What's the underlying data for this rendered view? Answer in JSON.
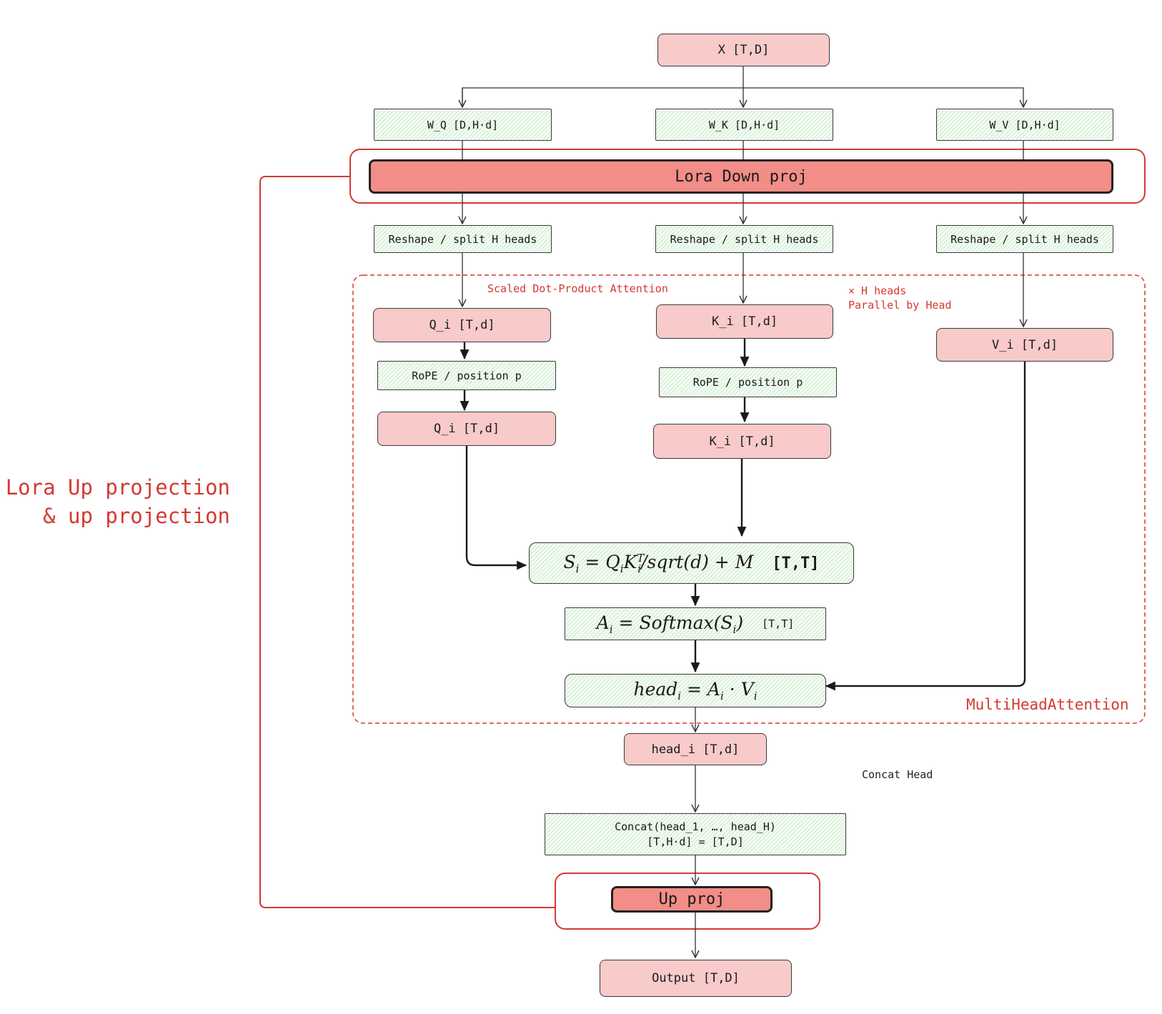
{
  "nodes": {
    "input": "X [T,D]",
    "w_q": "W_Q [D,H·d]",
    "w_k": "W_K [D,H·d]",
    "w_v": "W_V [D,H·d]",
    "lora_down": "Lora Down proj",
    "reshape_q": "Reshape / split H heads",
    "reshape_k": "Reshape / split H heads",
    "reshape_v": "Reshape / split H heads",
    "q_i": "Q_i [T,d]",
    "k_i": "K_i [T,d]",
    "v_i": "V_i [T,d]",
    "rope_q": "RoPE / position p",
    "rope_k": "RoPE / position p",
    "q_i_rope": "Q_i [T,d]",
    "k_i_rope": "K_i [T,d]",
    "score": {
      "S": "S",
      "i": "i",
      "eq": " = Q",
      "i2": "i",
      "K": "K",
      "T": "T",
      "i3": "i",
      "rest": "/sqrt(d) + M",
      "dim": "[T,T]"
    },
    "softmax": {
      "A": "A",
      "i": "i",
      "eq": " = Softmax(S",
      "i2": "i",
      "close": ")",
      "dim": "[T,T]"
    },
    "head_formula": {
      "h": "head",
      "i": "i",
      "eq": " = A",
      "i2": "i",
      "dot": " · V",
      "i3": "i"
    },
    "head_out": "head_i [T,d]",
    "concat_line1": "Concat(head_1, …, head_H)",
    "concat_line2": "[T,H·d] = [T,D]",
    "up_proj": "Up proj",
    "output": "Output [T,D]"
  },
  "labels": {
    "sdpa": "Scaled Dot-Product Attention",
    "heads": "× H heads\nParallel by Head",
    "mha": "MultiHeadAttention",
    "concat": "Concat Head",
    "lora_up": "Lora Up projection\n& up projection"
  },
  "colors": {
    "pink_fill": "#f8caca",
    "green_fill": "#c8eec6",
    "lora_fill": "#f28d87",
    "accent_red": "#d23a32"
  }
}
